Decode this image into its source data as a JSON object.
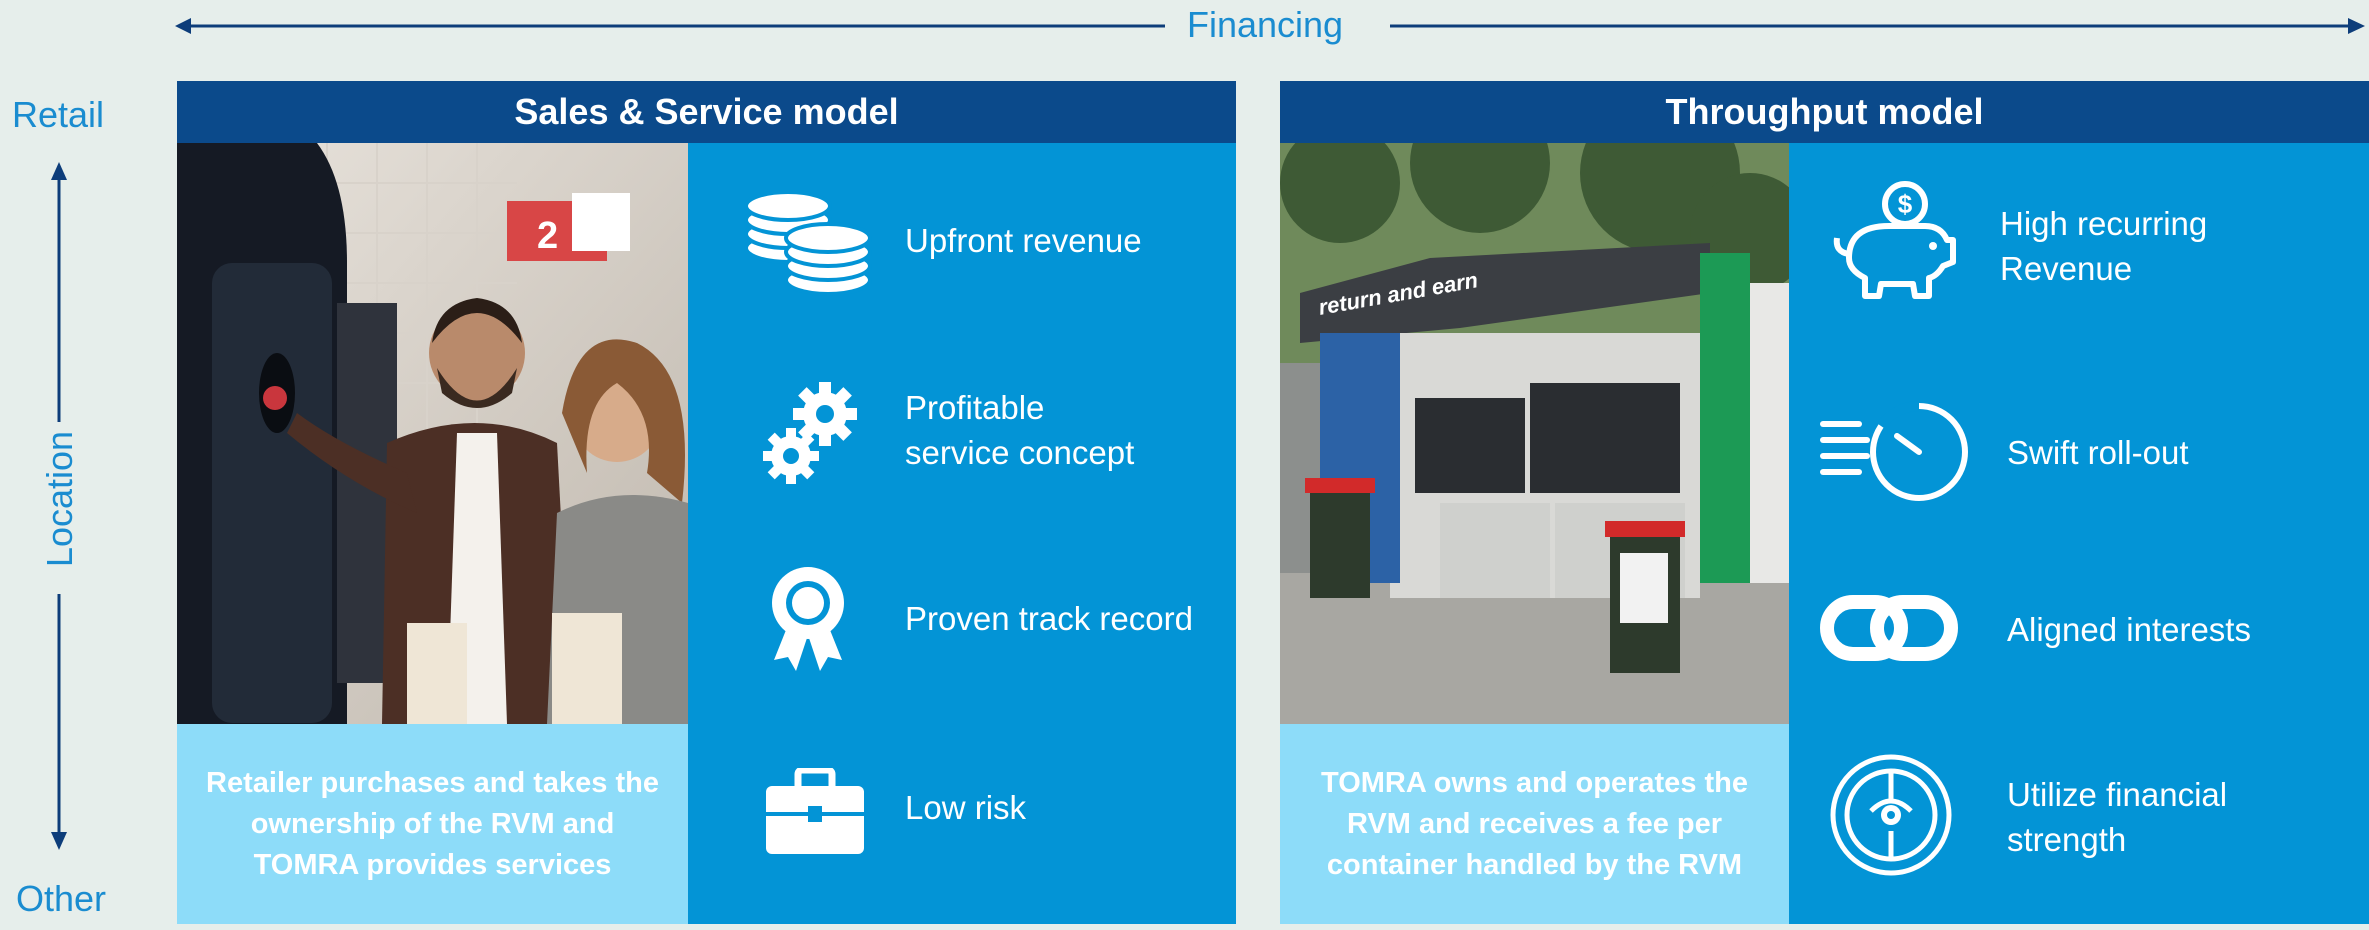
{
  "axis": {
    "top_label": "Financing",
    "vertical_top": "Retail",
    "vertical_middle": "Location",
    "vertical_bottom": "Other"
  },
  "left_panel": {
    "title": "Sales & Service model",
    "description": "Retailer purchases and takes the ownership of the RVM and TOMRA provides services",
    "features": [
      {
        "icon": "coins-icon",
        "label": "Upfront revenue"
      },
      {
        "icon": "gears-icon",
        "label": "Profitable\nservice concept"
      },
      {
        "icon": "award-ribbon-icon",
        "label": "Proven track record"
      },
      {
        "icon": "briefcase-icon",
        "label": "Low risk"
      }
    ]
  },
  "right_panel": {
    "title": "Throughput model",
    "description": "TOMRA owns and operates the RVM and receives a fee per container handled by the RVM",
    "features": [
      {
        "icon": "piggy-bank-icon",
        "label": "High recurring\nRevenue"
      },
      {
        "icon": "fast-timer-icon",
        "label": "Swift roll-out"
      },
      {
        "icon": "chain-link-icon",
        "label": "Aligned interests"
      },
      {
        "icon": "compass-icon",
        "label": "Utilize financial\nstrength"
      }
    ]
  },
  "photo_right": {
    "kiosk_sign": "return and earn"
  },
  "colors": {
    "header": "#0b4a8b",
    "feature_bg": "#0394d6",
    "desc_bg": "#8ddcf9",
    "axis_text": "#1a8cd0",
    "axis_line": "#0d3d7a"
  }
}
